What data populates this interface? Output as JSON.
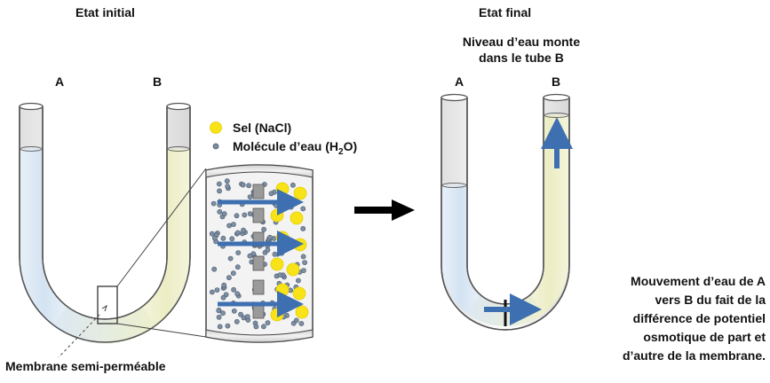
{
  "initial": {
    "title": "Etat initial",
    "tube_a_label": "A",
    "tube_b_label": "B",
    "membrane_label": "Membrane semi-perméable"
  },
  "final": {
    "title": "Etat final",
    "rise_caption_line1": "Niveau d’eau monte",
    "rise_caption_line2": "dans le tube B",
    "tube_a_label": "A",
    "tube_b_label": "B",
    "movement_caption": [
      "Mouvement d’eau de A",
      "vers B du fait de la",
      "différence de potentiel",
      "osmotique de part et",
      "d’autre de la membrane."
    ]
  },
  "legend": {
    "salt_label": "Sel (NaCl)",
    "water_label_prefix": "Molécule d’eau (H",
    "water_label_sub": "2",
    "water_label_suffix": "O)"
  },
  "colors": {
    "salt": "#f7e318",
    "water_dot": "#7d8ea3",
    "arrow": "#3e6fb0",
    "water_left": "#d8e6f3",
    "water_right": "#eef0d0",
    "glass_edge": "#555555"
  }
}
